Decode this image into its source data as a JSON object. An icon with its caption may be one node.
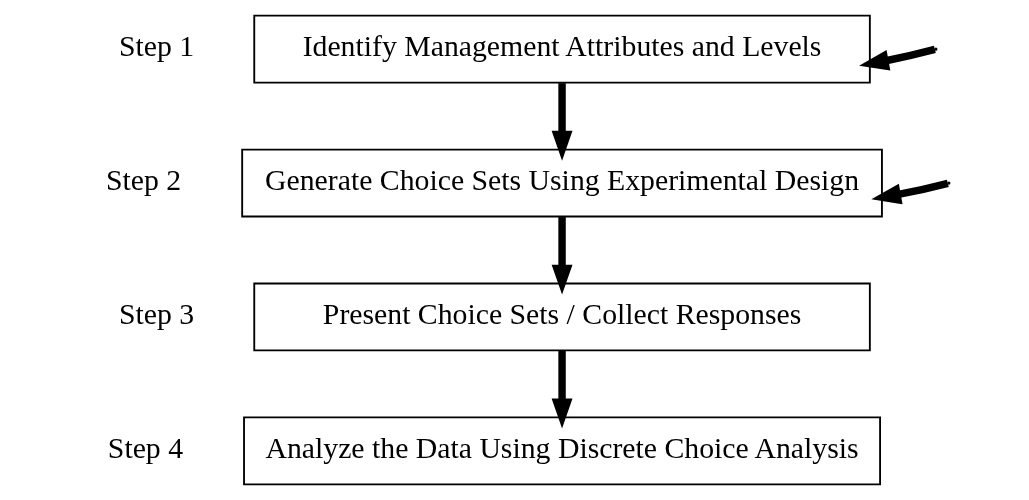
{
  "diagram": {
    "nodes": [
      {
        "text": [
          "Identify Management Attributes and Levels"
        ],
        "beside": [
          "Step 1"
        ]
      },
      {
        "text": [
          "Generate Choice Sets Using Experimental Design"
        ],
        "beside": [
          "Step 2"
        ]
      },
      {
        "text": [
          "Present Choice Sets / Collect Responses"
        ],
        "beside": [
          "Step 3"
        ]
      },
      {
        "text": [
          "Analyze the Data Using Discrete Choice Analysis"
        ],
        "beside": [
          "Step 4"
        ]
      }
    ],
    "edges": [
      {
        "from": null,
        "to": 0,
        "arrow": "to"
      },
      {
        "from": 0,
        "to": 1,
        "arrow": "to"
      },
      {
        "from": null,
        "to": 1,
        "arrow": "to"
      },
      {
        "from": 1,
        "to": 2,
        "arrow": "to"
      },
      {
        "from": 2,
        "to": 3,
        "arrow": "to"
      }
    ]
  }
}
